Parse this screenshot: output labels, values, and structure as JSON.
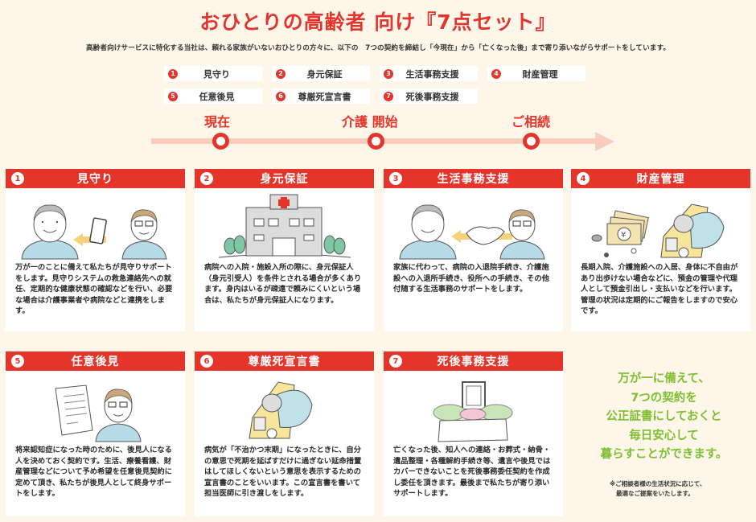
{
  "header": {
    "title": "おひとりの高齢者 向け『7点セット』",
    "subtitle": "高齢者向けサービスに特化する当社は、頼れる家族がいないおひとりの方々に、以下の　7つの契約を締結し「今現在」から「亡くなった後」まで寄り添いながらサポートをしています。"
  },
  "chips": [
    {
      "num": "1",
      "label": "見守り"
    },
    {
      "num": "2",
      "label": "身元保証"
    },
    {
      "num": "3",
      "label": "生活事務支援"
    },
    {
      "num": "4",
      "label": "財産管理"
    },
    {
      "num": "5",
      "label": "任意後見"
    },
    {
      "num": "6",
      "label": "尊厳死宣言書"
    },
    {
      "num": "7",
      "label": "死後事務支援"
    }
  ],
  "timeline": {
    "labels": [
      "現在",
      "介護 開始",
      "ご相続"
    ]
  },
  "cards": [
    {
      "num": "1",
      "title": "見守り",
      "illustration": "elderly-man-phone-staff",
      "text": "万が一のことに備えて私たちが見守りサポートをします。見守りシステムの救急連絡先への就任、定期的な健康状態の確認などを行い、必要な場合は介護事業者や病院などと連携をします。"
    },
    {
      "num": "2",
      "title": "身元保証",
      "illustration": "hospital-building",
      "text": "病院への入院・施設入所の際に、身元保証人（身元引受人）を条件とされる場合が多くあります。身内はいるが疎遠で頼みにくいという場合は、私たちが身元保証人になります。"
    },
    {
      "num": "3",
      "title": "生活事務支援",
      "illustration": "elderly-man-handshake-staff",
      "text": "家族に代わって、病院の入退院手続き、介護施設への入退所手続き、役所への手続き、その他付随する生活事務のサポートをします。"
    },
    {
      "num": "4",
      "title": "財産管理",
      "illustration": "money-and-bedridden-person",
      "text": "長期入院、介護施設への入居、身体に不自由があり出歩けない場合などに、預金の管理や代理人として預金引出し・支払いなどを行います。管理の状況は定期的にご報告をしますので安心です。"
    },
    {
      "num": "5",
      "title": "任意後見",
      "illustration": "document-and-staff",
      "text": "将来認知症になった時のために、後見人になる人を決めておく契約です。生活、療養看護、財産管理などについて予め希望を任意後見契約に定めて頂き、私たちが後見人として終身サポートをします。"
    },
    {
      "num": "6",
      "title": "尊厳死宣言書",
      "illustration": "bedridden-person",
      "text": "病気が「不治かつ末期」になったときに、自分の意思で死期を延ばすだけに過ぎない延命措置はしてほしくないという意思を表示するための宣言書のことをいいます。この宣言書を書いて担当医師に引き渡しをします。"
    },
    {
      "num": "7",
      "title": "死後事務支援",
      "illustration": "funeral-altar",
      "text": "亡くなった後、知人への連絡・お葬式・納骨・遺品整理・各種解約手続き等、遺言や後見ではカバーできないことを死後事務委任契約を作成し委任を頂きます。最後まで私たちが寄り添いサポートします。"
    }
  ],
  "closing": {
    "lines": [
      "万が一に備えて、",
      "7つの契約を",
      "公正証書にしておくと",
      "毎日安心して",
      "暮らすことができます。"
    ],
    "note_lines": [
      "※ご相談者様の生活状況に応じて、",
      "最適なご提案をいたします。"
    ]
  },
  "colors": {
    "accent_red": "#e5352b",
    "timeline_pink": "#f8cdbd",
    "background": "#fdf6e9",
    "closing_green": "#7cbf2f"
  }
}
